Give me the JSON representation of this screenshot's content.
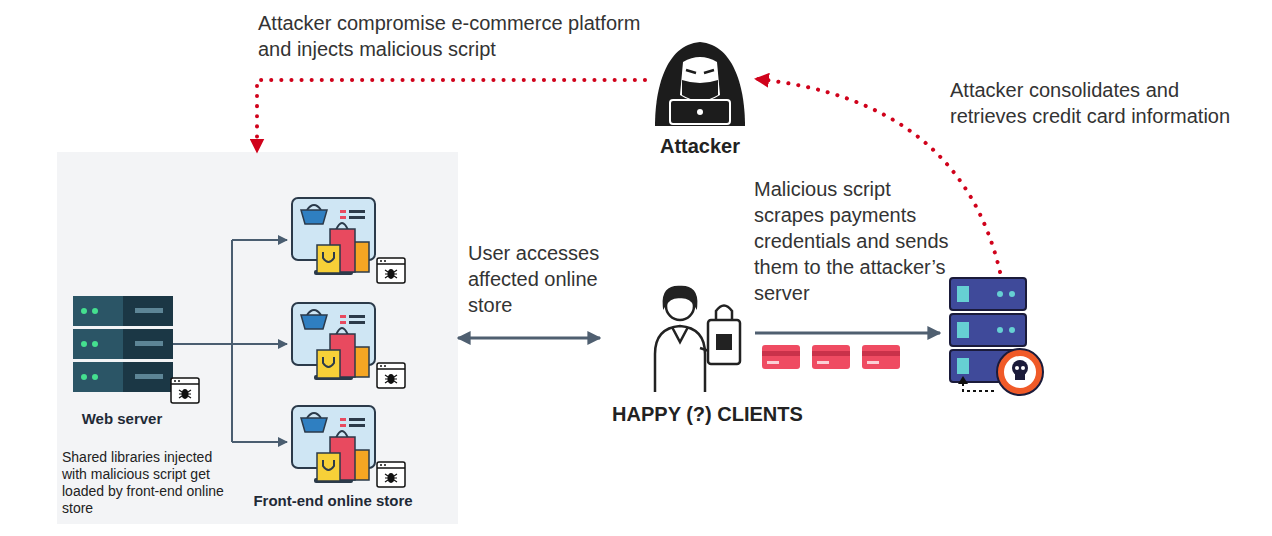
{
  "diagram": {
    "nodes": [
      {
        "text": [
          "Web server",
          "Shared libraries injected with malicious script get loaded by front-end online store",
          "Front-end online store"
        ]
      },
      {
        "text": [
          "Attacker"
        ]
      },
      {
        "text": [
          "HAPPY (?) CLIENTS"
        ]
      }
    ],
    "edges": [
      {
        "from": 1,
        "to": 0,
        "arrow": "to",
        "label": "Attacker compromise e-commerce platform and injects malicious script"
      },
      {
        "from": 0,
        "to": 2,
        "arrow": "both",
        "label": "User accesses affected online store"
      }
    ],
    "labels": [
      "Malicious script scrapes payments credentials and sends them to the attacker’s server",
      "Attacker consolidates and retrieves credit card information"
    ]
  }
}
